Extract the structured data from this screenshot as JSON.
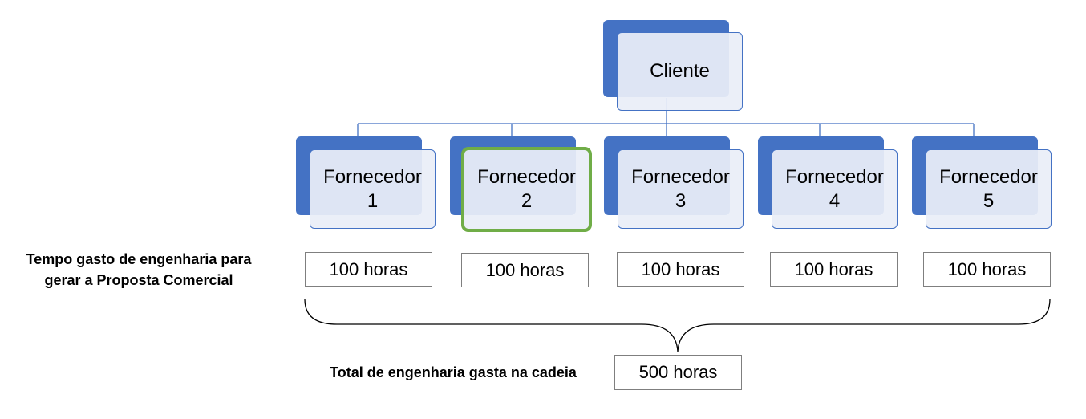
{
  "client": {
    "label": "Cliente"
  },
  "suppliers": [
    {
      "label": "Fornecedor",
      "number": "1"
    },
    {
      "label": "Fornecedor",
      "number": "2"
    },
    {
      "label": "Fornecedor",
      "number": "3"
    },
    {
      "label": "Fornecedor",
      "number": "4"
    },
    {
      "label": "Fornecedor",
      "number": "5"
    }
  ],
  "hours_label": {
    "line1": "Tempo gasto de engenharia para",
    "line2": "gerar a Proposta Comercial"
  },
  "hours": [
    "100 horas",
    "100 horas",
    "100 horas",
    "100 horas",
    "100 horas"
  ],
  "total": {
    "label": "Total de engenharia gasta na cadeia",
    "value": "500 horas"
  },
  "colors": {
    "node_fill": "#4472c4",
    "node_front": "#e9eef8",
    "highlight": "#70ad47",
    "box_border": "#7f7f7f"
  }
}
